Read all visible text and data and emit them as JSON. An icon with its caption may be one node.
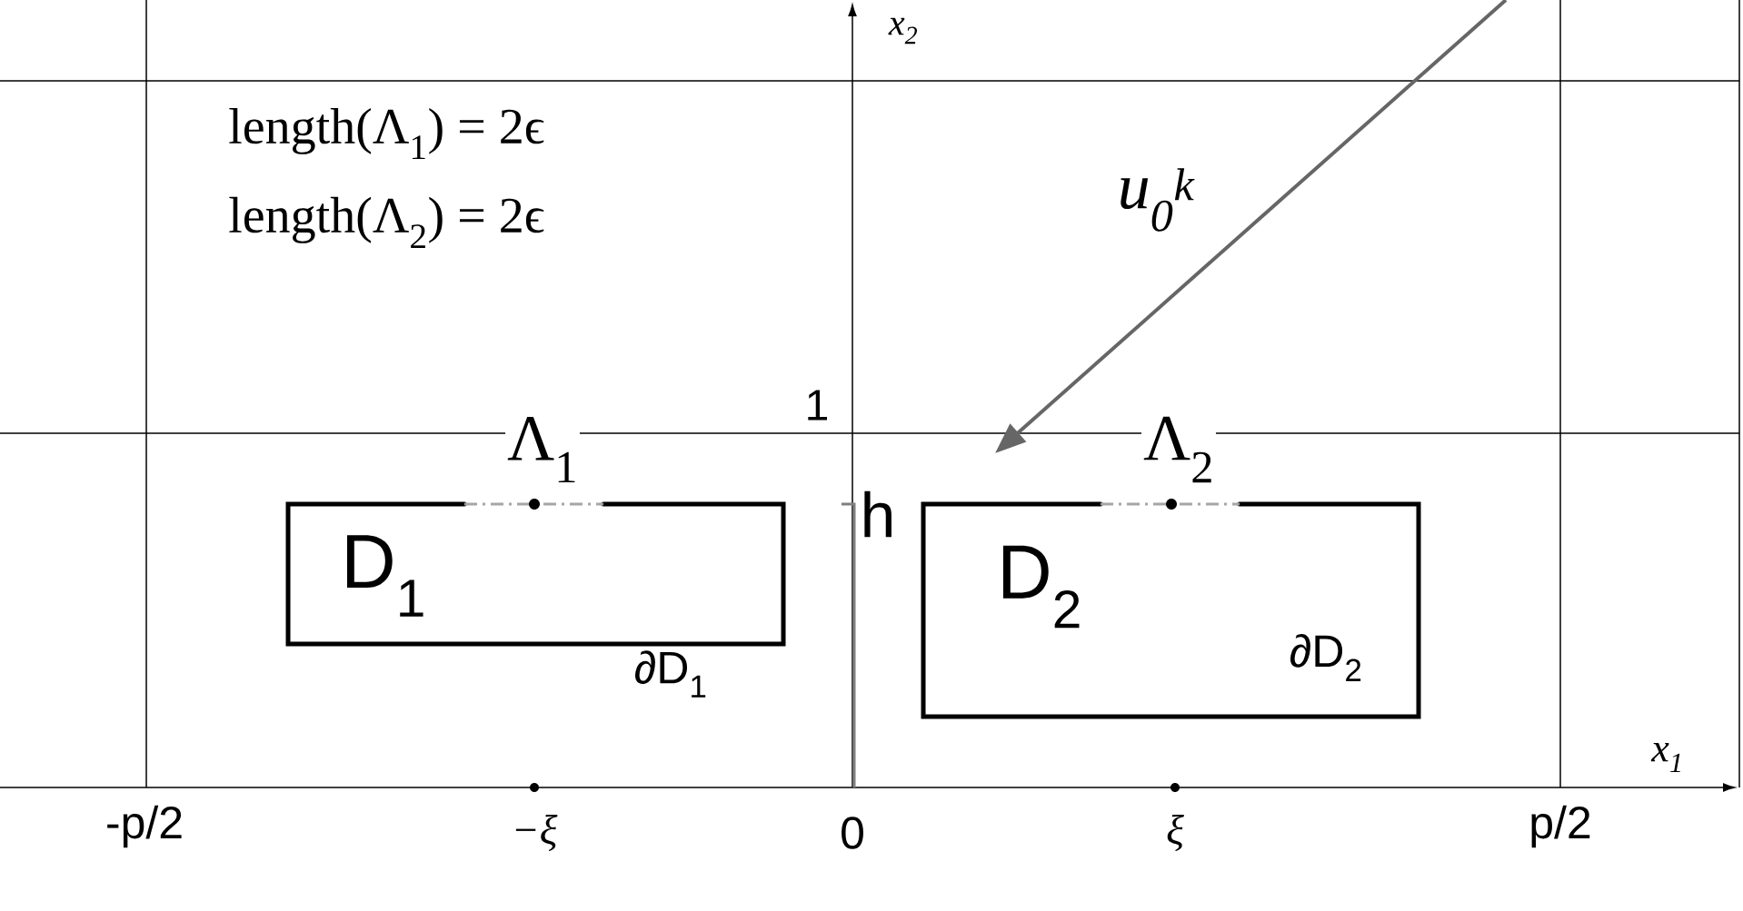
{
  "diagram": {
    "nodes": [
      {
        "text": [
          "D$_{1}$"
        ],
        "beside": [
          "Λ$_{1}$",
          "∂D$_{1}$"
        ]
      },
      {
        "text": [
          "D$_{2}$",
          "∂D$_{2}$"
        ],
        "beside": [
          "Λ$_{2}$"
        ]
      }
    ],
    "labels": [
      "x$_{2}$",
      "length(Λ$_{1}$) = 2ϵ",
      "length(Λ$_{2}$) = 2ϵ",
      "u$_{0}$$^{k}$",
      "1",
      "h",
      "-p/2",
      "−ξ",
      "0",
      "ξ",
      "p/2",
      "x$_{1}$"
    ]
  }
}
